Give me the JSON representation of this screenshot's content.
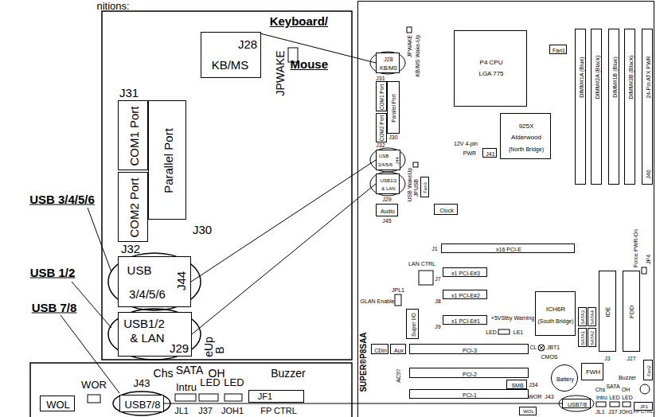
{
  "diagram": {
    "nodes": [
      {
        "text": [
          "J28",
          "KB/MS"
        ]
      },
      {
        "text": [
          "COM1 Port"
        ]
      },
      {
        "text": [
          "Parallel Port"
        ]
      },
      {
        "text": [
          "COM2 Port"
        ]
      },
      {
        "text": [
          "USB",
          "3/4/5/6",
          "J44"
        ]
      },
      {
        "text": [
          "USB1/2",
          "& LAN",
          "J29"
        ]
      },
      {
        "text": [
          "WOL"
        ]
      },
      {
        "text": [
          "USB7/8"
        ]
      },
      {
        "text": [
          "JF1"
        ]
      },
      {
        "text": [
          "J28",
          "KB/MS"
        ]
      },
      {
        "text": [
          "COM1 Port"
        ]
      },
      {
        "text": [
          "Parallel Port"
        ]
      },
      {
        "text": [
          "COM2 Port"
        ]
      },
      {
        "text": [
          "USB",
          "3/4/5/6",
          "J44"
        ]
      },
      {
        "text": [
          "USB1/2",
          "& LAN"
        ]
      },
      {
        "text": [
          "Audio"
        ]
      },
      {
        "text": [
          "Fan3"
        ]
      },
      {
        "text": [
          "P4 CPU",
          "LGA 775"
        ]
      },
      {
        "text": [
          "Fan1"
        ]
      },
      {
        "text": [
          "J41"
        ]
      },
      {
        "text": [
          "925X",
          "Alderwood",
          "(North Bridge)"
        ]
      },
      {
        "text": [
          "Clock"
        ]
      },
      {
        "text": [
          "DIMM#1A (Blue)"
        ]
      },
      {
        "text": [
          "DIMM#2A (Black)"
        ]
      },
      {
        "text": [
          "DIMM#1B (Blue)"
        ]
      },
      {
        "text": [
          "DIMM#2B (Black)"
        ]
      },
      {
        "text": [
          "24-Pin ATX PWR",
          "J40"
        ]
      },
      {
        "text": [
          "x16 PCI-E"
        ]
      },
      {
        "text": [
          "x1 PCI-E#3"
        ]
      },
      {
        "text": [
          "x1 PCI-E#2"
        ]
      },
      {
        "text": [
          "x1 PCI-E#1"
        ]
      },
      {
        "text": [
          "Super I/O"
        ]
      },
      {
        "text": [
          "ICH6R",
          "(South Bridge)"
        ]
      },
      {
        "text": [
          "SATA3"
        ]
      },
      {
        "text": [
          "SATA4"
        ]
      },
      {
        "text": [
          "SATA1"
        ]
      },
      {
        "text": [
          "SATA2"
        ]
      },
      {
        "text": [
          "IDE"
        ]
      },
      {
        "text": [
          "FDD"
        ]
      },
      {
        "text": [
          "Fan2"
        ]
      },
      {
        "text": [
          "CDin"
        ]
      },
      {
        "text": [
          "Aux"
        ]
      },
      {
        "text": [
          "PCI-3"
        ]
      },
      {
        "text": [
          "PCI-2"
        ]
      },
      {
        "text": [
          "SMB"
        ]
      },
      {
        "text": [
          "PCI-1"
        ]
      },
      {
        "text": [
          "FWH"
        ]
      },
      {
        "text": [
          "Battery"
        ]
      },
      {
        "text": [
          "WOL"
        ]
      },
      {
        "text": [
          "USB7/8"
        ]
      },
      {
        "text": [
          "JF1"
        ]
      }
    ],
    "edges": [
      {
        "from": 0,
        "to": 9,
        "arrow": "none"
      },
      {
        "from": 4,
        "to": 13,
        "arrow": "none"
      },
      {
        "from": 5,
        "to": 14,
        "arrow": "none"
      },
      {
        "from": 7,
        "to": 49,
        "arrow": "none"
      }
    ],
    "labels": [
      "nitions:",
      "Keyboard/ Mouse",
      "USB 3/4/5/6",
      "USB 1/2",
      "USB 7/8",
      "JPWAKE",
      "J31",
      "J30",
      "J32",
      "eUp",
      "B",
      "Chs",
      "SATA",
      "OH",
      "Buzzer",
      "WOR",
      "J43",
      "Intru",
      "LED",
      "LED",
      "JL1",
      "J37",
      "JOH1",
      "FP CTRL",
      "JPWAKE",
      "KB/MS Wake-Up",
      "J31",
      "J30",
      "J32",
      "J29",
      "USB WakeUp",
      "JPUSB",
      "J45",
      "12V 4-pin",
      "PWR",
      "J1",
      "LAN CTRL",
      "J7",
      "GLAN Enable",
      "JPL1",
      "J8",
      "J9",
      "+5VStby Warning",
      "LED",
      "LE1",
      "Force PWR-On",
      "JP4",
      "J3",
      "J27",
      "AC97",
      "J34",
      "CL",
      "JBT1",
      "CMOS",
      "Buzzer",
      "WOR",
      "J43",
      "Chs",
      "SATA",
      "OH",
      "Intru",
      "LED",
      "LED",
      "JL1",
      "J37",
      "JOH1",
      "FP CTRL",
      "SUPER®P8SAA"
    ]
  }
}
